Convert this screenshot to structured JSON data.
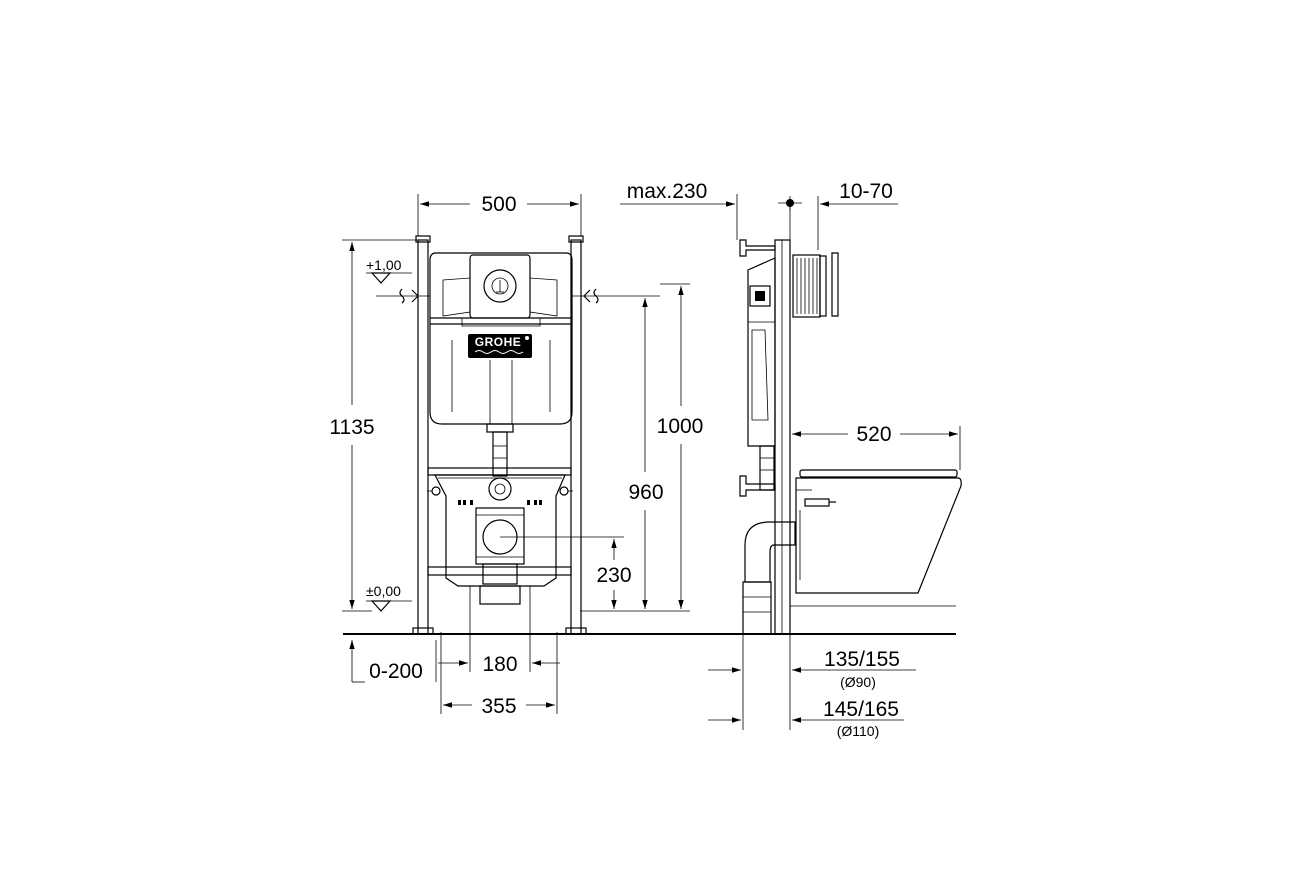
{
  "brand": "GROHE",
  "levels": {
    "top": "+1,00",
    "floor": "±0,00"
  },
  "dimensions": {
    "width_frame": "500",
    "max_depth": "max.230",
    "wall_thickness": "10-70",
    "height_total": "1135",
    "height_1000": "1000",
    "height_960": "960",
    "height_230": "230",
    "offset": "0-200",
    "axis_180": "180",
    "bolt_355": "355",
    "depth_520": "520",
    "outlet_90": "135/155",
    "outlet_90_sub": "(Ø90)",
    "outlet_110": "145/165",
    "outlet_110_sub": "(Ø110)"
  }
}
